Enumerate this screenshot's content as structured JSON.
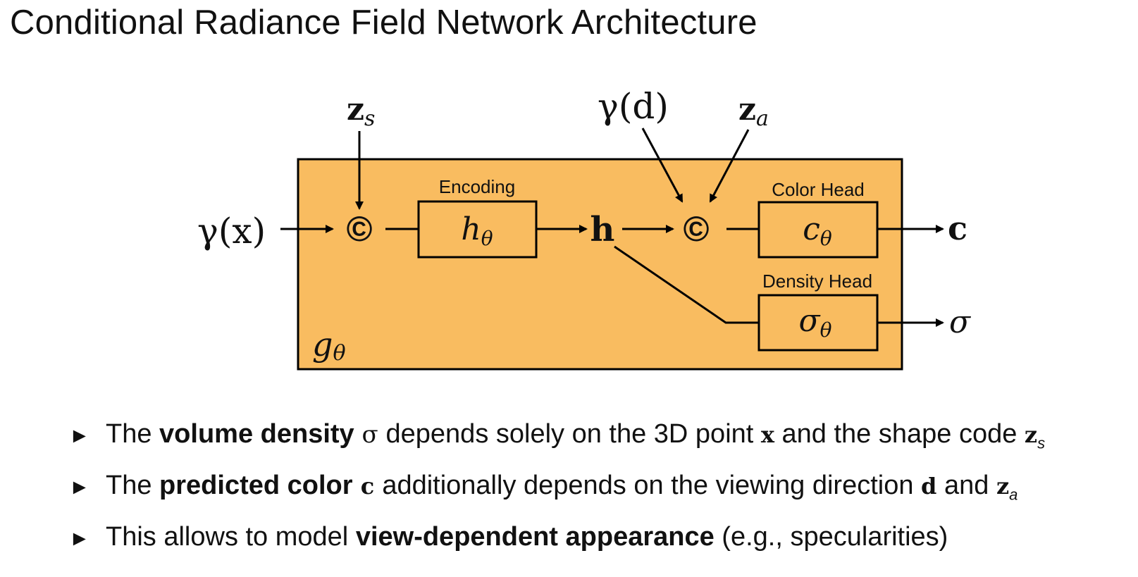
{
  "title": "Conditional Radiance Field Network Architecture",
  "diagram": {
    "box_color": "#F9BC60",
    "outer_label_main": "g",
    "outer_label_sub": "θ",
    "inputs": {
      "gamma_x": "γ(x)",
      "z_s_main": "z",
      "z_s_sub": "s",
      "gamma_d": "γ(d)",
      "z_a_main": "z",
      "z_a_sub": "a"
    },
    "concat_symbol": "©",
    "encoding": {
      "label": "Encoding",
      "main": "h",
      "sub": "θ"
    },
    "h_node": "h",
    "color_head": {
      "label": "Color Head",
      "main": "c",
      "sub": "θ"
    },
    "density_head": {
      "label": "Density Head",
      "main": "σ",
      "sub": "θ"
    },
    "outputs": {
      "c": "c",
      "sigma": "σ"
    }
  },
  "bullets": [
    {
      "marker": "►",
      "p1": "The ",
      "b1": "volume density",
      "m1": " σ ",
      "p2": "depends solely on the 3D point ",
      "m2": "x",
      "p3": " and the shape code ",
      "m3": "z",
      "s3": "s"
    },
    {
      "marker": "►",
      "p1": "The ",
      "b1": "predicted color",
      "m1": " c ",
      "p2": "additionally depends on the viewing direction ",
      "m2": "d",
      "p3": " and ",
      "m3": "z",
      "s3": "a"
    },
    {
      "marker": "►",
      "p1": "This allows to model ",
      "b1": "view-dependent appearance",
      "p2": " (e.g., specularities)"
    }
  ]
}
